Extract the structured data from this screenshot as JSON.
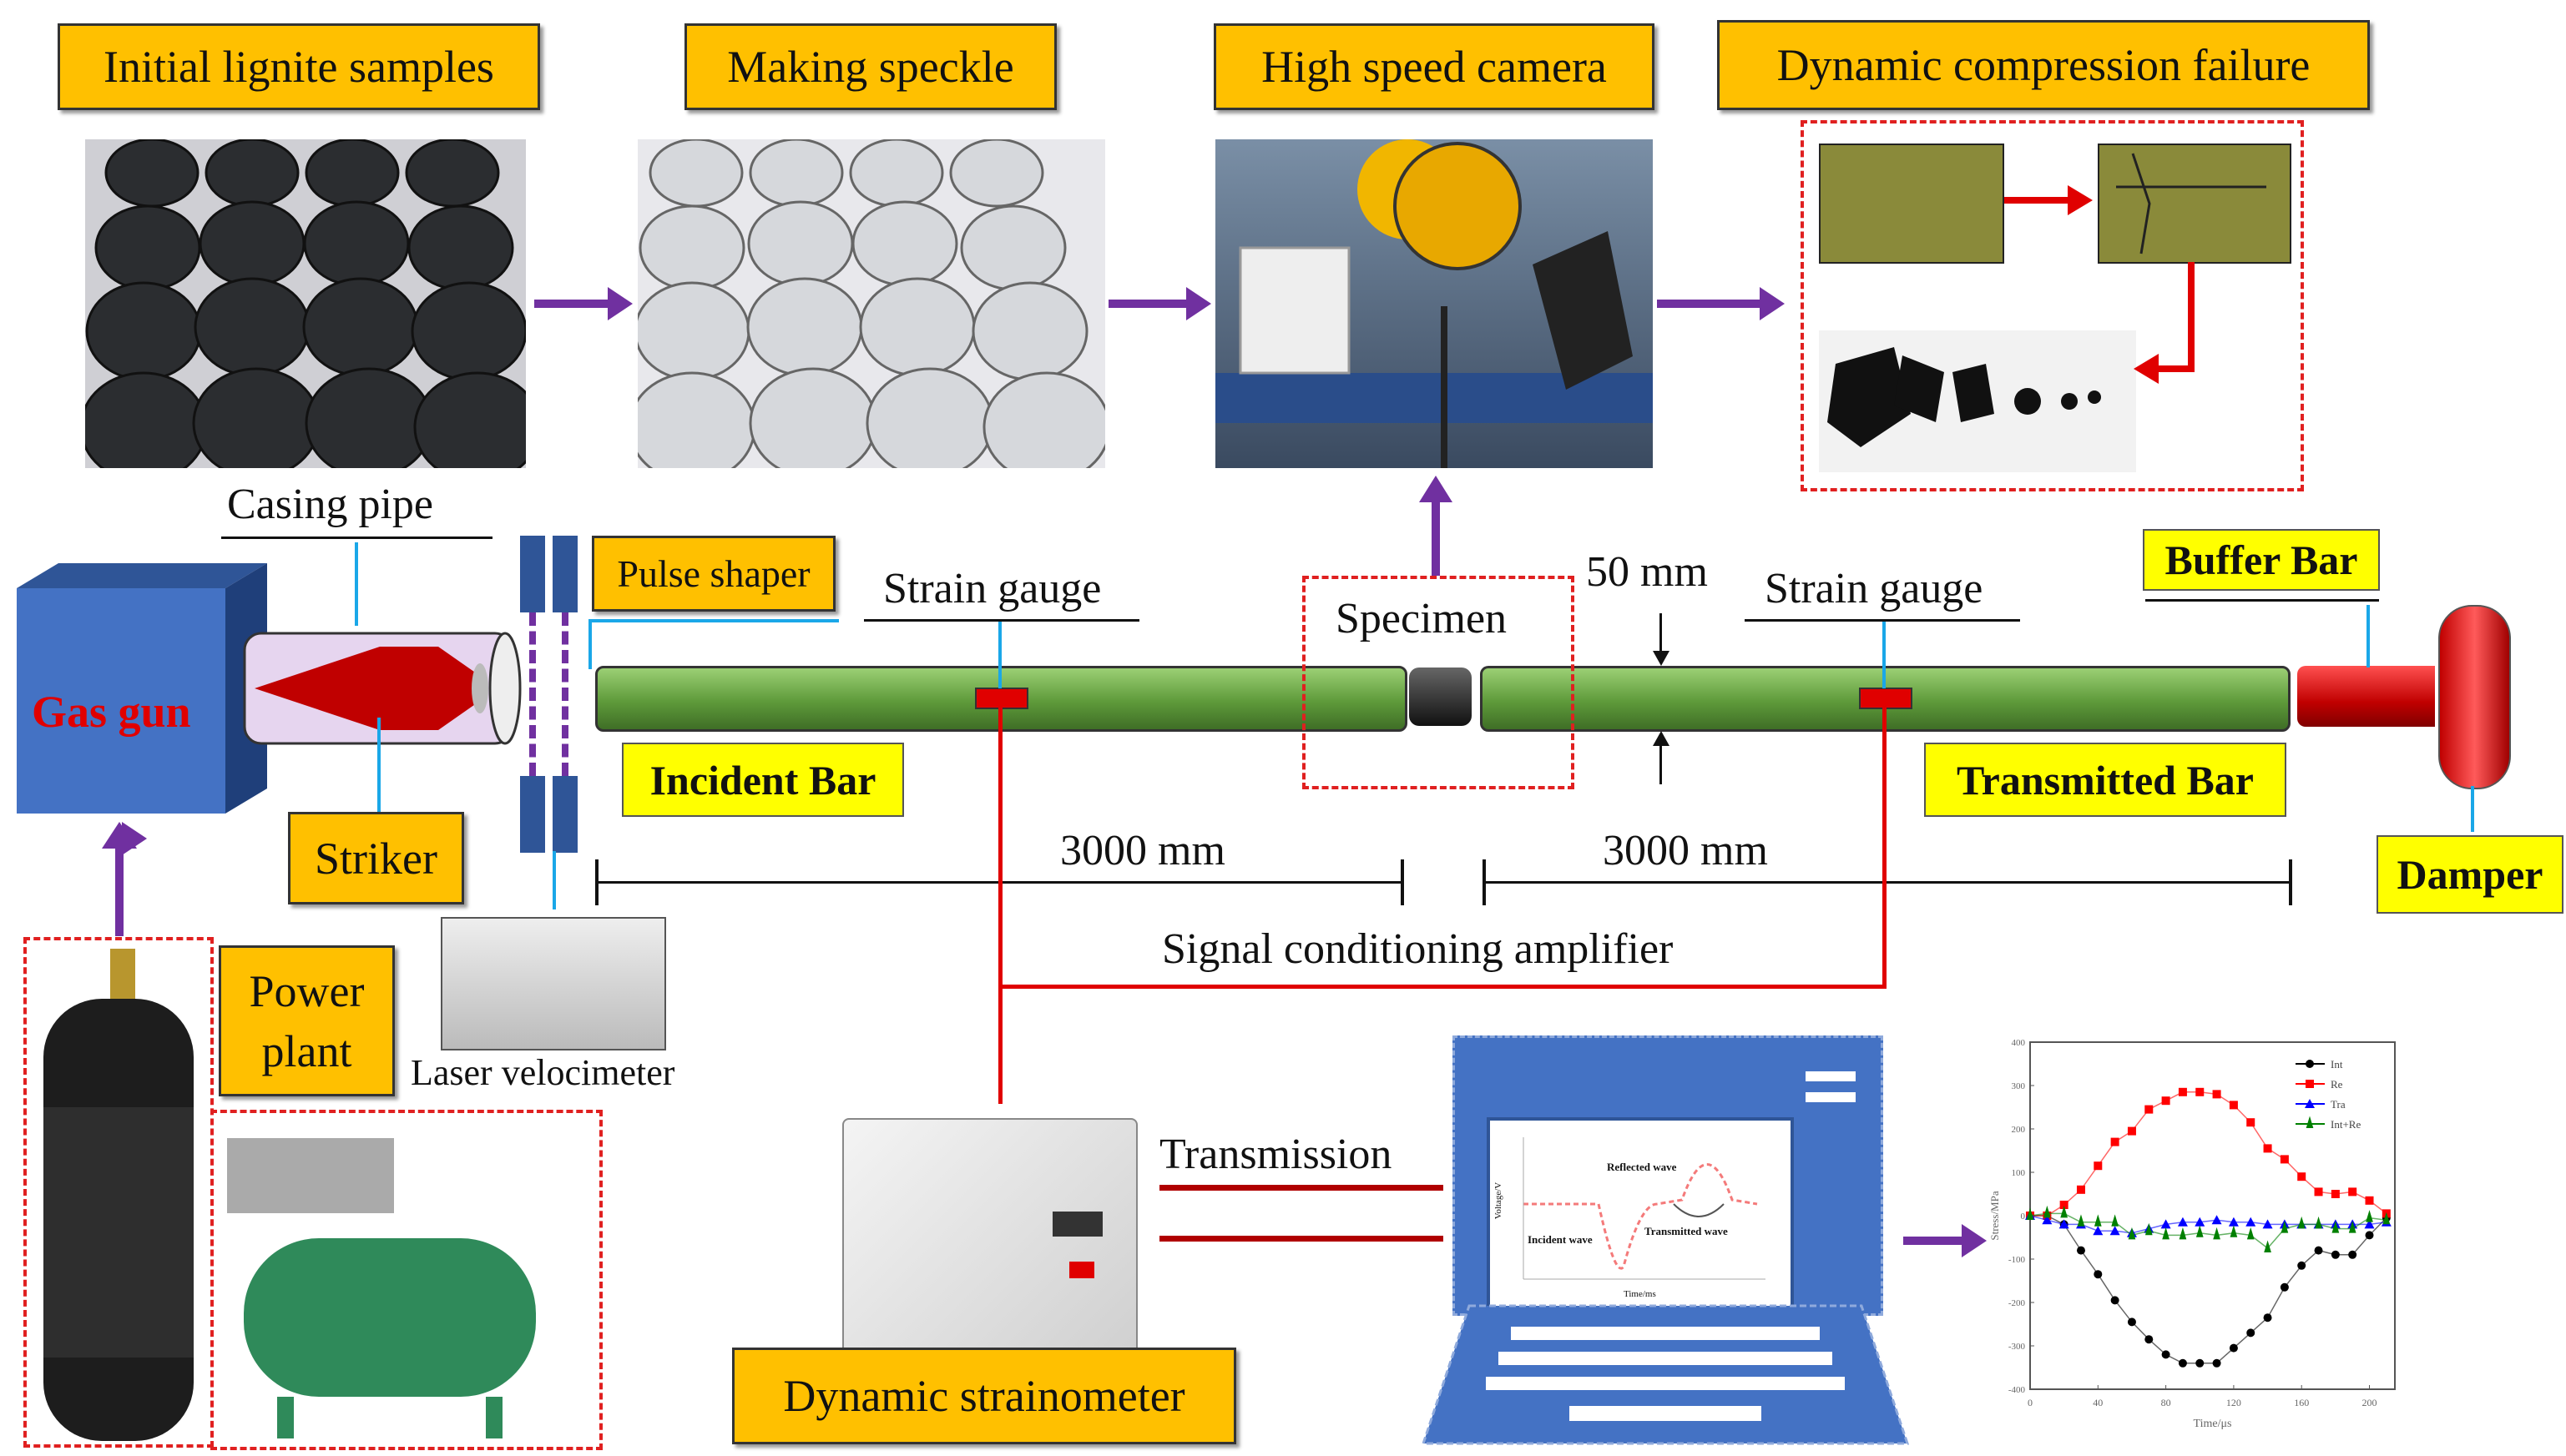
{
  "top_labels": {
    "initial": "Initial lignite samples",
    "speckle": "Making speckle",
    "camera": "High speed camera",
    "failure": "Dynamic compression failure"
  },
  "apparatus": {
    "casing_pipe": "Casing pipe",
    "gas_gun": "Gas gun",
    "striker": "Striker",
    "pulse_shaper": "Pulse shaper",
    "strain_gauge_1": "Strain gauge",
    "strain_gauge_2": "Strain gauge",
    "specimen": "Specimen",
    "diameter": "50 mm",
    "incident_bar": "Incident Bar",
    "transmitted_bar": "Transmitted Bar",
    "buffer_bar": "Buffer Bar",
    "damper": "Damper",
    "length_1": "3000 mm",
    "length_2": "3000 mm",
    "amplifier": "Signal conditioning amplifier",
    "power_plant": "Power plant",
    "laser_velocimeter": "Laser velocimeter",
    "transmission": "Transmission",
    "dynamic_strainometer": "Dynamic strainometer"
  },
  "monitor_chart": {
    "reflected": "Reflected wave",
    "transmitted": "Transmitted wave",
    "incident": "Incident wave",
    "xlabel": "Time/ms",
    "ylabel": "Voltage/V"
  },
  "colors": {
    "purple": "#7030A0",
    "red": "#E00000",
    "label_orange": "#FFC000",
    "label_yellow": "#FFFF00",
    "bar_green": "#70AD47",
    "gun_blue": "#4472C4"
  },
  "chart_data": {
    "type": "line",
    "xlabel": "Time/μs",
    "ylabel": "Stress/MPa",
    "xlim": [
      0,
      215
    ],
    "ylim": [
      -400,
      400
    ],
    "xticks": [
      0,
      40,
      80,
      120,
      160,
      200
    ],
    "yticks": [
      -400,
      -300,
      -200,
      -100,
      0,
      100,
      200,
      300,
      400
    ],
    "legend": "top-right",
    "x": [
      0,
      10,
      20,
      30,
      40,
      50,
      60,
      70,
      80,
      90,
      100,
      110,
      120,
      130,
      140,
      150,
      160,
      170,
      180,
      190,
      200,
      210
    ],
    "series": [
      {
        "name": "Int",
        "color": "#000000",
        "marker": "circle",
        "values": [
          0,
          0,
          -20,
          -80,
          -135,
          -195,
          -245,
          -285,
          -320,
          -340,
          -340,
          -340,
          -305,
          -270,
          -235,
          -165,
          -115,
          -80,
          -90,
          -90,
          -45,
          -5
        ]
      },
      {
        "name": "Re",
        "color": "#FF0000",
        "marker": "square",
        "values": [
          0,
          0,
          25,
          60,
          115,
          170,
          195,
          245,
          265,
          285,
          285,
          280,
          255,
          215,
          155,
          130,
          90,
          55,
          50,
          55,
          35,
          5
        ]
      },
      {
        "name": "Tra",
        "color": "#0000FF",
        "marker": "triangle",
        "values": [
          0,
          -10,
          -20,
          -20,
          -35,
          -35,
          -40,
          -30,
          -20,
          -15,
          -15,
          -10,
          -15,
          -15,
          -20,
          -20,
          -20,
          -20,
          -20,
          -20,
          -20,
          -15
        ]
      },
      {
        "name": "Int+Re",
        "color": "#008000",
        "marker": "star",
        "values": [
          0,
          5,
          5,
          -15,
          -15,
          -15,
          -45,
          -35,
          -45,
          -45,
          -40,
          -45,
          -40,
          -45,
          -75,
          -30,
          -20,
          -20,
          -30,
          -30,
          -5,
          -10
        ]
      }
    ]
  }
}
